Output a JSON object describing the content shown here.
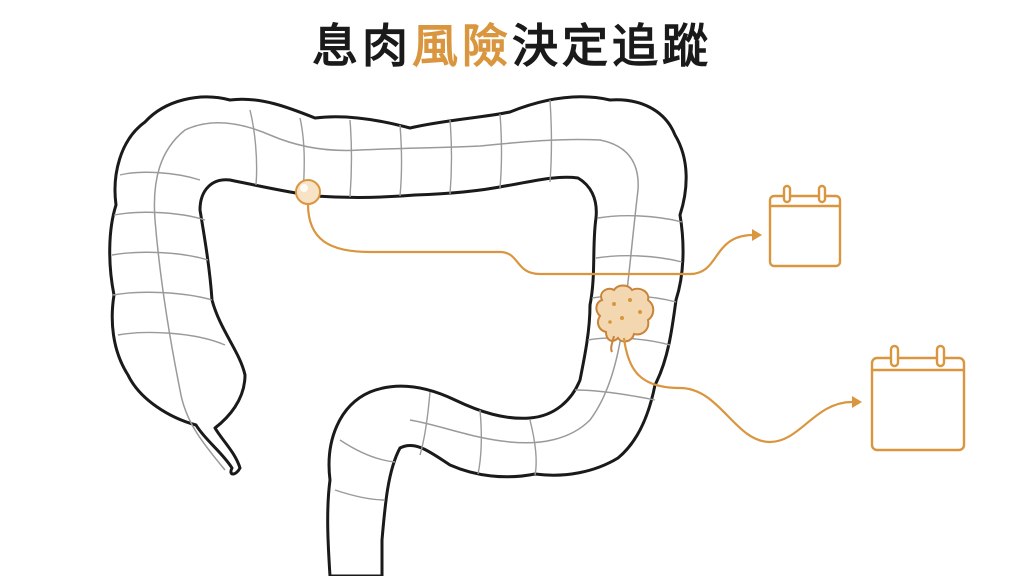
{
  "title": {
    "part1": "息肉",
    "part2": "風險",
    "part3": "決定追蹤",
    "color_main": "#1a1a1a",
    "color_accent": "#d9963e"
  },
  "colors": {
    "outline": "#1a1a1a",
    "haustra": "#9a9a9a",
    "accent": "#d9963e",
    "polyp_fill": "#f3d7b0"
  },
  "diagram": {
    "colon_icon": "large-intestine",
    "small_polyp_icon": "small-round-polyp",
    "large_polyp_icon": "large-irregular-polyp",
    "calendar_icon": "calendar"
  }
}
